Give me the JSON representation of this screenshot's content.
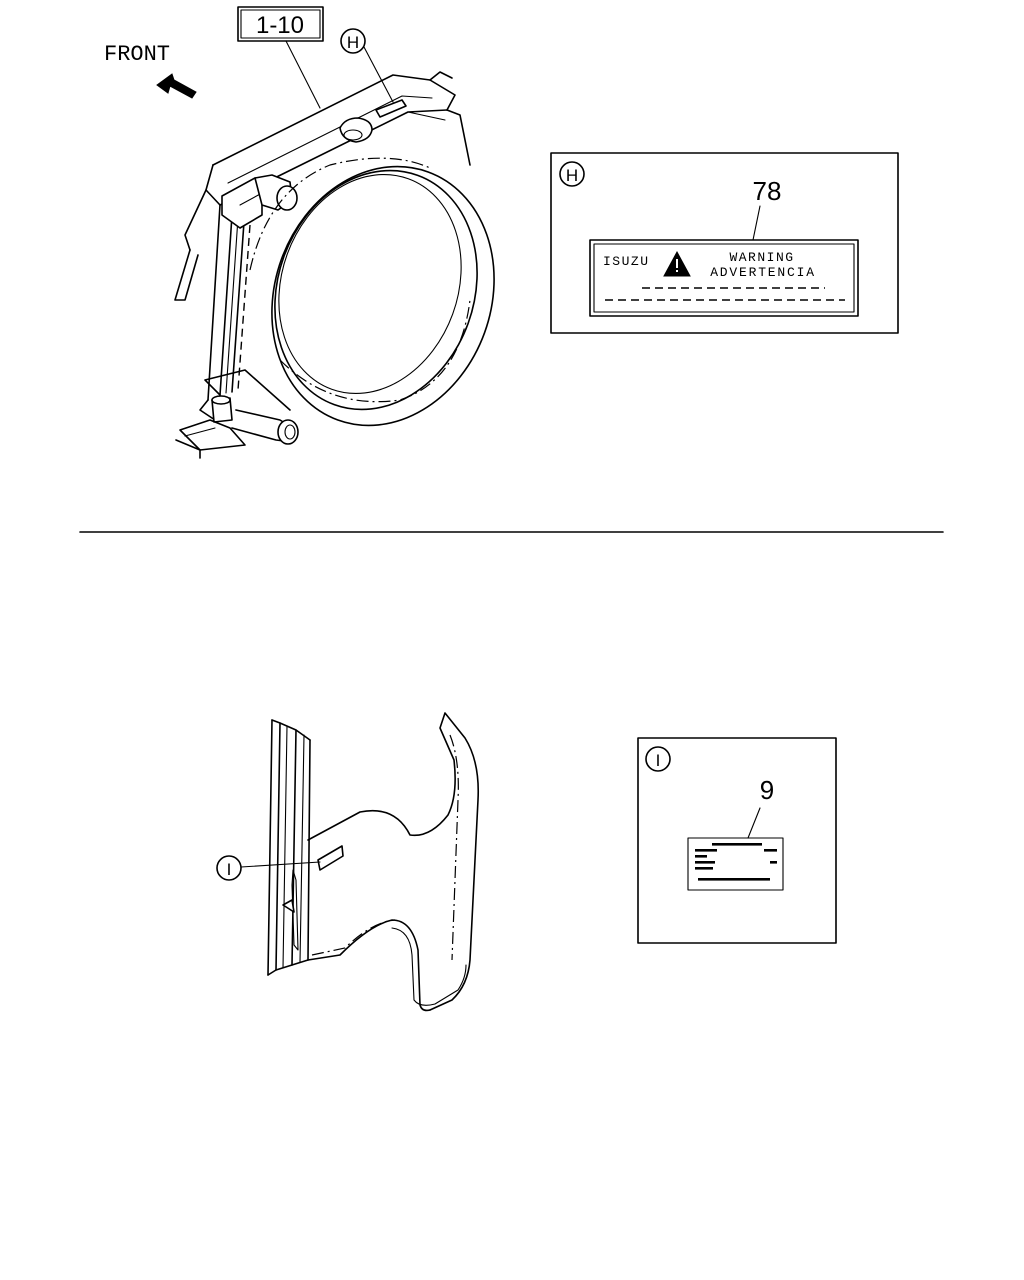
{
  "direction_label": "FRONT",
  "ref_code": "1-10",
  "callouts": {
    "h": {
      "letter": "H",
      "part_number": "78"
    },
    "i": {
      "letter": "I",
      "part_number": "9"
    }
  },
  "warning_label": {
    "brand": "ISUZU",
    "line1": "WARNING",
    "line2": "ADVERTENCIA"
  },
  "icons": {
    "direction": "arrow-front-icon",
    "hazard": "warning-triangle-icon"
  }
}
